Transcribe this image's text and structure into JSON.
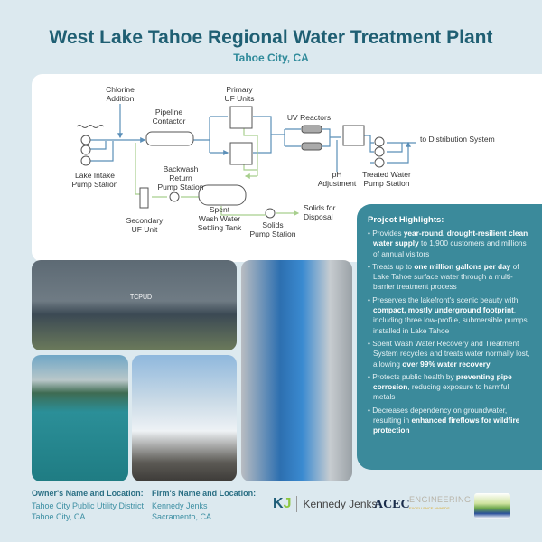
{
  "header": {
    "title": "West Lake Tahoe Regional Water Treatment Plant",
    "subtitle": "Tahoe City, CA"
  },
  "diagram": {
    "chlorine": [
      "Chlorine",
      "Addition"
    ],
    "pipeline": [
      "Pipeline",
      "Contactor"
    ],
    "primary_uf": [
      "Primary",
      "UF Units"
    ],
    "uv": "UV Reactors",
    "lake_intake": [
      "Lake Intake",
      "Pump Station"
    ],
    "ph": [
      "pH",
      "Adjustment"
    ],
    "treated": [
      "Treated Water",
      "Pump Station"
    ],
    "distribution": "to Distribution System",
    "backwash": [
      "Backwash",
      "Return",
      "Pump Station"
    ],
    "secondary_uf": [
      "Secondary",
      "UF Unit"
    ],
    "spent": [
      "Spent",
      "Wash Water",
      "Settling Tank"
    ],
    "solids_pump": [
      "Solids",
      "Pump Station"
    ],
    "solids_disposal": [
      "Solids for",
      "Disposal"
    ]
  },
  "photos": {
    "team_sign": "TCPUD"
  },
  "highlights": {
    "title": "Project Highlights:",
    "items": [
      {
        "pre": "Provides ",
        "bold": "year-round, drought-resilient clean water supply",
        "post": " to 1,900 customers and millions of annual visitors"
      },
      {
        "pre": "Treats up to ",
        "bold": "one million gallons per day",
        "post": " of Lake Tahoe surface water through a multi-barrier treatment process"
      },
      {
        "pre": "Preserves the lakefront's scenic beauty with ",
        "bold": "compact, mostly underground footprint",
        "post": ", including three low-profile, submersible pumps installed in Lake Tahoe"
      },
      {
        "pre": "Spent Wash Water Recovery and Treatment System recycles and treats water normally lost, allowing ",
        "bold": "over 99% water recovery",
        "post": ""
      },
      {
        "pre": "Protects public health by ",
        "bold": "preventing pipe corrosion",
        "post": ", reducing exposure to harmful metals"
      },
      {
        "pre": "Decreases dependency on groundwater, resulting in ",
        "bold": "enhanced fireflows for wildfire protection",
        "post": ""
      }
    ]
  },
  "footer": {
    "owner_label": "Owner's Name and Location:",
    "owner_name": "Tahoe City Public Utility District",
    "owner_location": "Tahoe City, CA",
    "firm_label": "Firm's Name and Location:",
    "firm_name": "Kennedy Jenks",
    "firm_location": "Sacramento, CA",
    "kj_mark": "KJ",
    "kj_name": "Kennedy Jenks",
    "acec": "ACEC",
    "eng": "ENGINEERING",
    "eng_sub": "EXCELLENCE AWARDS"
  },
  "colors": {
    "title": "#1f5f73",
    "accent": "#3b8a9b",
    "background": "#dce9ef",
    "process_line": "#5b8fb8",
    "waste_line": "#a8cf8e"
  }
}
